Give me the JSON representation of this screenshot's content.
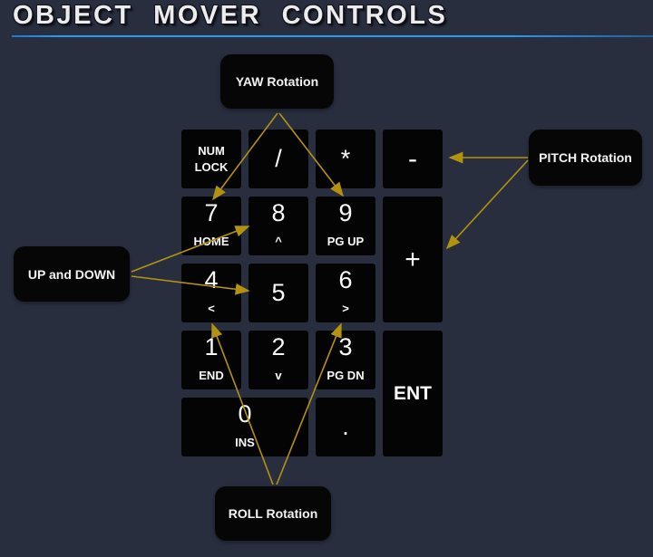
{
  "header": {
    "title": "OBJECT MOVER CONTROLS"
  },
  "annotations": {
    "yaw": {
      "label": "YAW Rotation"
    },
    "pitch": {
      "label": "PITCH Rotation"
    },
    "updown": {
      "label": "UP and DOWN"
    },
    "roll": {
      "label": "ROLL Rotation"
    }
  },
  "numpad": {
    "keys": {
      "numlock": {
        "line1": "NUM",
        "line2": "LOCK"
      },
      "slash": {
        "symbol": "/"
      },
      "star": {
        "symbol": "*"
      },
      "minus": {
        "symbol": "-"
      },
      "seven": {
        "number": "7",
        "label": "HOME"
      },
      "eight": {
        "number": "8",
        "label": "^"
      },
      "nine": {
        "number": "9",
        "label": "PG UP"
      },
      "plus": {
        "symbol": "+"
      },
      "four": {
        "number": "4",
        "label": "<"
      },
      "five": {
        "number": "5"
      },
      "six": {
        "number": "6",
        "label": ">"
      },
      "one": {
        "number": "1",
        "label": "END"
      },
      "two": {
        "number": "2",
        "label": "v"
      },
      "three": {
        "number": "3",
        "label": "PG DN"
      },
      "ent": {
        "symbol": "ENT"
      },
      "zero": {
        "number": "0",
        "label": "INS"
      },
      "dot": {
        "symbol": "."
      }
    }
  },
  "arrows": [
    {
      "from": "yaw-label",
      "to": "key-7"
    },
    {
      "from": "yaw-label",
      "to": "key-9"
    },
    {
      "from": "pitch-label",
      "to": "key-minus"
    },
    {
      "from": "pitch-label",
      "to": "key-plus"
    },
    {
      "from": "updown-label",
      "to": "key-8"
    },
    {
      "from": "updown-label",
      "to": "key-5"
    },
    {
      "from": "roll-label",
      "to": "key-4"
    },
    {
      "from": "roll-label",
      "to": "key-6"
    }
  ],
  "colors": {
    "background": "#292e3f",
    "key_background": "#040404",
    "label_background": "#060606",
    "arrow": "#b3930e",
    "accent_line": "#2e97f1",
    "text": "#fafafa"
  }
}
